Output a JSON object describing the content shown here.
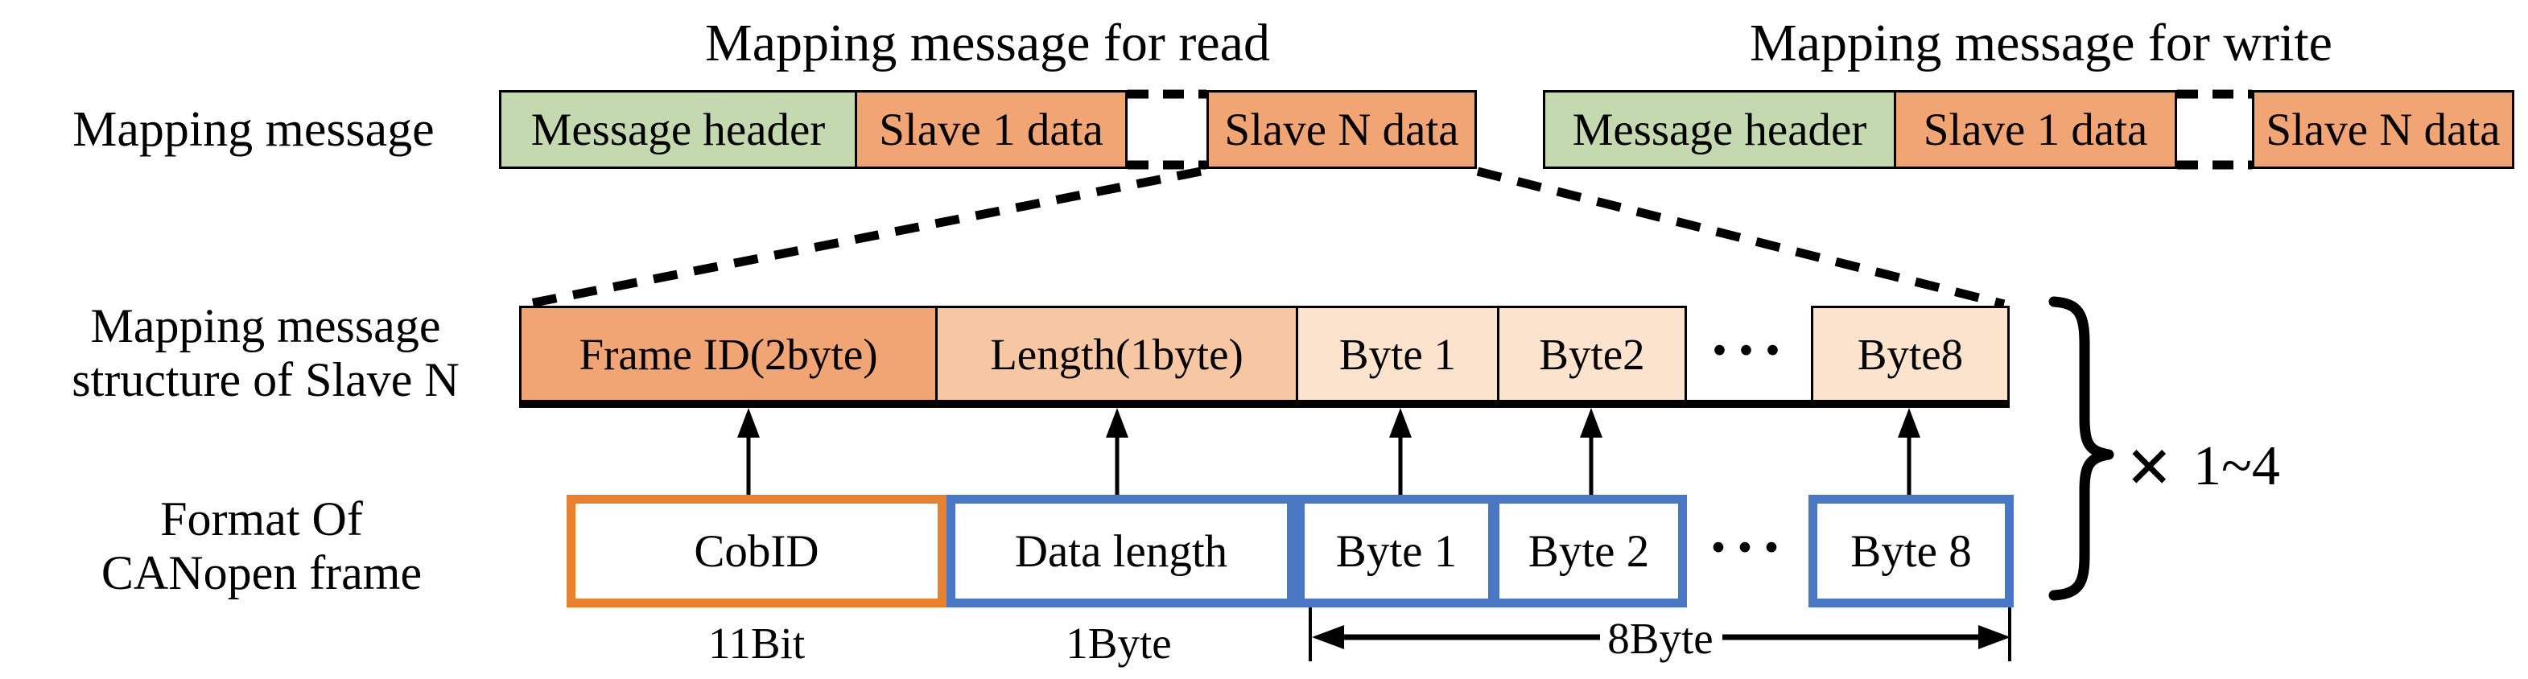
{
  "titles": {
    "read": "Mapping message for read",
    "write": "Mapping message for write"
  },
  "row_labels": {
    "mapping_message": "Mapping message",
    "structure": {
      "line1": "Mapping message",
      "line2": "structure of Slave N"
    },
    "format": {
      "line1": "Format Of",
      "line2": "CANopen frame"
    }
  },
  "mapping_row": {
    "read": {
      "header": "Message header",
      "slave1": "Slave 1 data",
      "slaveN": "Slave N data"
    },
    "write": {
      "header": "Message header",
      "slave1": "Slave 1 data",
      "slaveN": "Slave N data"
    }
  },
  "structure_row": {
    "frame_id": "Frame ID(2byte)",
    "length": "Length(1byte)",
    "byte1": "Byte 1",
    "byte2": "Byte2",
    "ellipsis": "···",
    "byte8": "Byte8"
  },
  "canopen_row": {
    "cobid": "CobID",
    "data_length": "Data length",
    "byte1": "Byte 1",
    "byte2": "Byte 2",
    "ellipsis": "···",
    "byte8": "Byte 8"
  },
  "dimension_labels": {
    "cobid_width": "11Bit",
    "data_length_width": "1Byte",
    "data_bytes_width": "8Byte"
  },
  "multiplier": {
    "symbol": "×",
    "range": "1~4"
  },
  "colors": {
    "header_fill": "#c5d9b0",
    "slave_fill": "#f1a575",
    "length_fill": "#f6c7a2",
    "byte_fill": "#fbe3cd",
    "cobid_border": "#e8812f",
    "canopen_border": "#4a77c4",
    "line_color": "#000000"
  }
}
